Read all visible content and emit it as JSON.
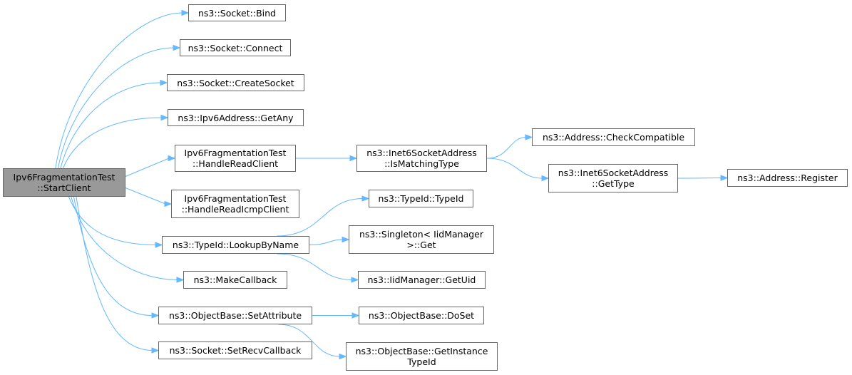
{
  "colors": {
    "edge": "#63b8ff",
    "node_border": "#666666",
    "root_fill": "#999999"
  },
  "nodes": {
    "root": {
      "line1": "Ipv6FragmentationTest",
      "line2": "::StartClient"
    },
    "bind": {
      "line1": "ns3::Socket::Bind"
    },
    "connect": {
      "line1": "ns3::Socket::Connect"
    },
    "createsocket": {
      "line1": "ns3::Socket::CreateSocket"
    },
    "getany": {
      "line1": "ns3::Ipv6Address::GetAny"
    },
    "handlereadclient": {
      "line1": "Ipv6FragmentationTest",
      "line2": "::HandleReadClient"
    },
    "handlereadicmp": {
      "line1": "Ipv6FragmentationTest",
      "line2": "::HandleReadIcmpClient"
    },
    "lookupbyname": {
      "line1": "ns3::TypeId::LookupByName"
    },
    "makecallback": {
      "line1": "ns3::MakeCallback"
    },
    "setattribute": {
      "line1": "ns3::ObjectBase::SetAttribute"
    },
    "setrecvcallback": {
      "line1": "ns3::Socket::SetRecvCallback"
    },
    "ismatchingtype": {
      "line1": "ns3::Inet6SocketAddress",
      "line2": "::IsMatchingType"
    },
    "typeid": {
      "line1": "ns3::TypeId::TypeId"
    },
    "singletonget": {
      "line1": "ns3::Singleton< IidManager",
      "line2": ">::Get"
    },
    "getuid": {
      "line1": "ns3::IidManager::GetUid"
    },
    "doset": {
      "line1": "ns3::ObjectBase::DoSet"
    },
    "getinstancetypeid": {
      "line1": "ns3::ObjectBase::GetInstance",
      "line2": "TypeId"
    },
    "checkcompatible": {
      "line1": "ns3::Address::CheckCompatible"
    },
    "gettype": {
      "line1": "ns3::Inet6SocketAddress",
      "line2": "::GetType"
    },
    "register": {
      "line1": "ns3::Address::Register"
    }
  },
  "edges": [
    [
      "root",
      "bind"
    ],
    [
      "root",
      "connect"
    ],
    [
      "root",
      "createsocket"
    ],
    [
      "root",
      "getany"
    ],
    [
      "root",
      "handlereadclient"
    ],
    [
      "root",
      "handlereadicmp"
    ],
    [
      "root",
      "lookupbyname"
    ],
    [
      "root",
      "makecallback"
    ],
    [
      "root",
      "setattribute"
    ],
    [
      "root",
      "setrecvcallback"
    ],
    [
      "handlereadclient",
      "ismatchingtype"
    ],
    [
      "ismatchingtype",
      "checkcompatible"
    ],
    [
      "ismatchingtype",
      "gettype"
    ],
    [
      "gettype",
      "register"
    ],
    [
      "lookupbyname",
      "typeid"
    ],
    [
      "lookupbyname",
      "singletonget"
    ],
    [
      "lookupbyname",
      "getuid"
    ],
    [
      "setattribute",
      "doset"
    ],
    [
      "setattribute",
      "getinstancetypeid"
    ]
  ]
}
